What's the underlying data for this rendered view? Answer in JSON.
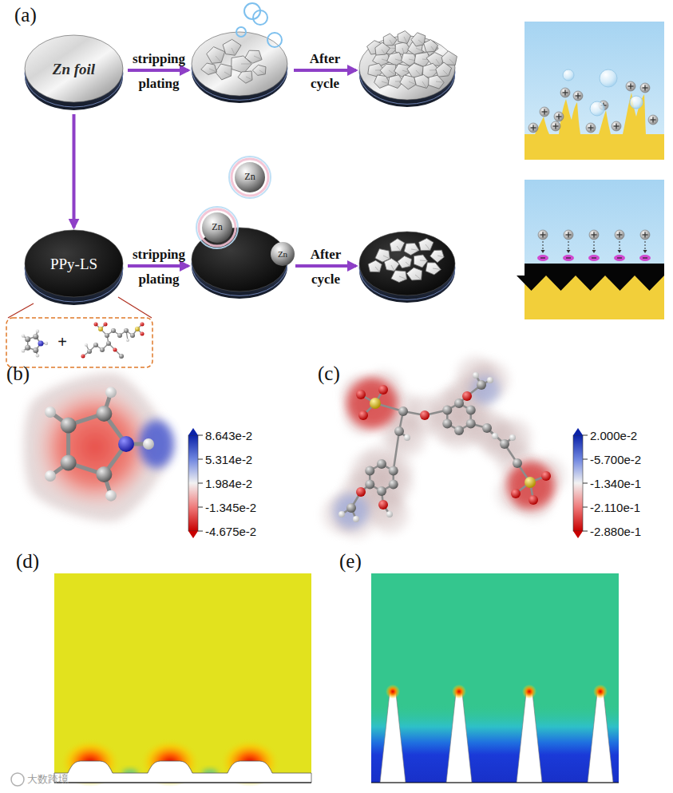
{
  "diagram": {
    "nodes": [
      {
        "text": [
          "Zn foil"
        ]
      },
      {
        "text": [
          "PPy-LS"
        ]
      },
      {
        "text": [
          "Zn"
        ]
      },
      {
        "text": [
          "Zn"
        ]
      },
      {
        "text": [
          "Zn"
        ]
      }
    ],
    "edges": [
      {
        "from": 0,
        "to": 1,
        "arrow": "to"
      }
    ],
    "labels": [
      "(a)",
      "stripping",
      "plating",
      "After",
      "cycle",
      "stripping",
      "plating",
      "After",
      "cycle",
      "+",
      "(b)",
      "8.643e-2",
      "5.314e-2",
      "1.984e-2",
      "-1.345e-2",
      "-4.675e-2",
      "(c)",
      "2.000e-2",
      "-5.700e-2",
      "-1.340e-1",
      "-2.110e-1",
      "-2.880e-1",
      "(d)",
      "(e)",
      "大数跨境"
    ]
  }
}
